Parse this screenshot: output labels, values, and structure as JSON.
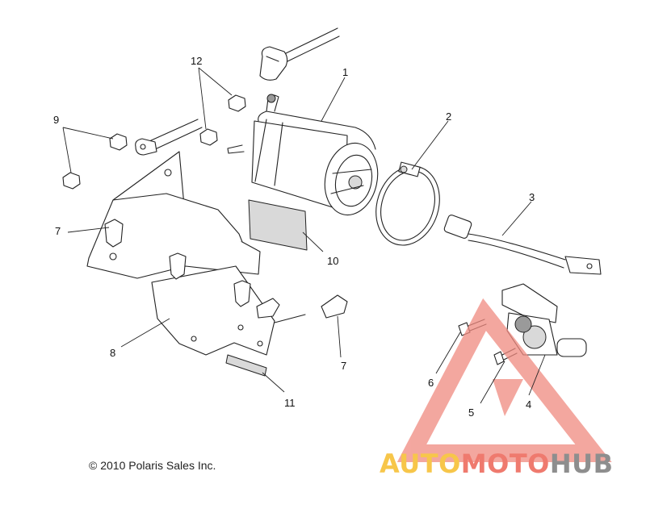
{
  "diagram": {
    "labels": [
      "1",
      "2",
      "3",
      "4",
      "5",
      "6",
      "7",
      "7",
      "8",
      "9",
      "10",
      "11",
      "12"
    ]
  },
  "footer": {
    "copyright": "© 2010 Polaris Sales Inc."
  },
  "watermark": {
    "part1": "AUTO",
    "part2": "MOTO",
    "part3": "HUB",
    "colors": {
      "auto": "#f7c64a",
      "moto": "#ef7a6e",
      "hub": "#8e8e8e",
      "triangle": "#f08a80"
    }
  }
}
